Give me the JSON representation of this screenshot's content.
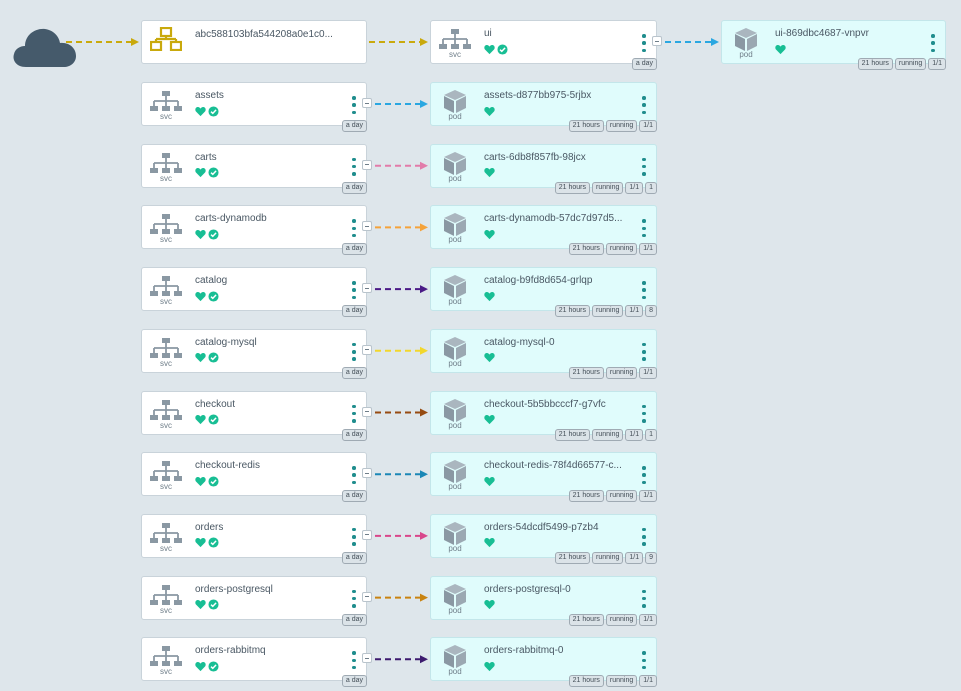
{
  "colors": {
    "background": "#dee6eb",
    "pod_background": "#e0fcfc",
    "healthy": "#18be94",
    "menu": "#1f8d8d",
    "cloud": "#455a6b",
    "ingress_icon": "#c9a90c",
    "edge_ingress": "#c9a90c",
    "edge_ui": "#2aa7e1"
  },
  "icons": {
    "internet": "cloud-icon",
    "ingress": "network-icon",
    "service": "sitemap-icon",
    "pod": "cube-icon",
    "health": "heart-icon",
    "sync": "check-circle-icon",
    "actions": "kebab-menu-icon",
    "collapse": "collapse-icon"
  },
  "ingress": {
    "name": "abc588103bfa544208a0e1c0..."
  },
  "services": [
    {
      "name": "ui",
      "kind": "svc",
      "age": "a day",
      "edge_color": "#2aa7e1",
      "pod": {
        "name": "ui-869dbc4687-vnpvr",
        "kind": "pod",
        "badges": [
          "21 hours",
          "running",
          "1/1"
        ]
      }
    },
    {
      "name": "assets",
      "kind": "svc",
      "age": "a day",
      "edge_color": "#2aa7e1",
      "pod": {
        "name": "assets-d877bb975-5rjbx",
        "kind": "pod",
        "badges": [
          "21 hours",
          "running",
          "1/1"
        ]
      }
    },
    {
      "name": "carts",
      "kind": "svc",
      "age": "a day",
      "edge_color": "#e27ba9",
      "pod": {
        "name": "carts-6db8f857fb-98jcx",
        "kind": "pod",
        "badges": [
          "21 hours",
          "running",
          "1/1",
          "1"
        ]
      }
    },
    {
      "name": "carts-dynamodb",
      "kind": "svc",
      "age": "a day",
      "edge_color": "#f5a23a",
      "pod": {
        "name": "carts-dynamodb-57dc7d97d5...",
        "kind": "pod",
        "badges": [
          "21 hours",
          "running",
          "1/1"
        ]
      }
    },
    {
      "name": "catalog",
      "kind": "svc",
      "age": "a day",
      "edge_color": "#4b1a86",
      "pod": {
        "name": "catalog-b9fd8d654-grlqp",
        "kind": "pod",
        "badges": [
          "21 hours",
          "running",
          "1/1",
          "8"
        ]
      }
    },
    {
      "name": "catalog-mysql",
      "kind": "svc",
      "age": "a day",
      "edge_color": "#f2d72c",
      "pod": {
        "name": "catalog-mysql-0",
        "kind": "pod",
        "badges": [
          "21 hours",
          "running",
          "1/1"
        ]
      }
    },
    {
      "name": "checkout",
      "kind": "svc",
      "age": "a day",
      "edge_color": "#964b12",
      "pod": {
        "name": "checkout-5b5bbcccf7-g7vfc",
        "kind": "pod",
        "badges": [
          "21 hours",
          "running",
          "1/1",
          "1"
        ]
      }
    },
    {
      "name": "checkout-redis",
      "kind": "svc",
      "age": "a day",
      "edge_color": "#1b87b6",
      "pod": {
        "name": "checkout-redis-78f4d66577-c...",
        "kind": "pod",
        "badges": [
          "21 hours",
          "running",
          "1/1"
        ]
      }
    },
    {
      "name": "orders",
      "kind": "svc",
      "age": "a day",
      "edge_color": "#d9468b",
      "pod": {
        "name": "orders-54dcdf5499-p7zb4",
        "kind": "pod",
        "badges": [
          "21 hours",
          "running",
          "1/1",
          "9"
        ]
      }
    },
    {
      "name": "orders-postgresql",
      "kind": "svc",
      "age": "a day",
      "edge_color": "#c98310",
      "pod": {
        "name": "orders-postgresql-0",
        "kind": "pod",
        "badges": [
          "21 hours",
          "running",
          "1/1"
        ]
      }
    },
    {
      "name": "orders-rabbitmq",
      "kind": "svc",
      "age": "a day",
      "edge_color": "#3d1a6e",
      "pod": {
        "name": "orders-rabbitmq-0",
        "kind": "pod",
        "badges": [
          "21 hours",
          "running",
          "1/1"
        ]
      }
    }
  ]
}
